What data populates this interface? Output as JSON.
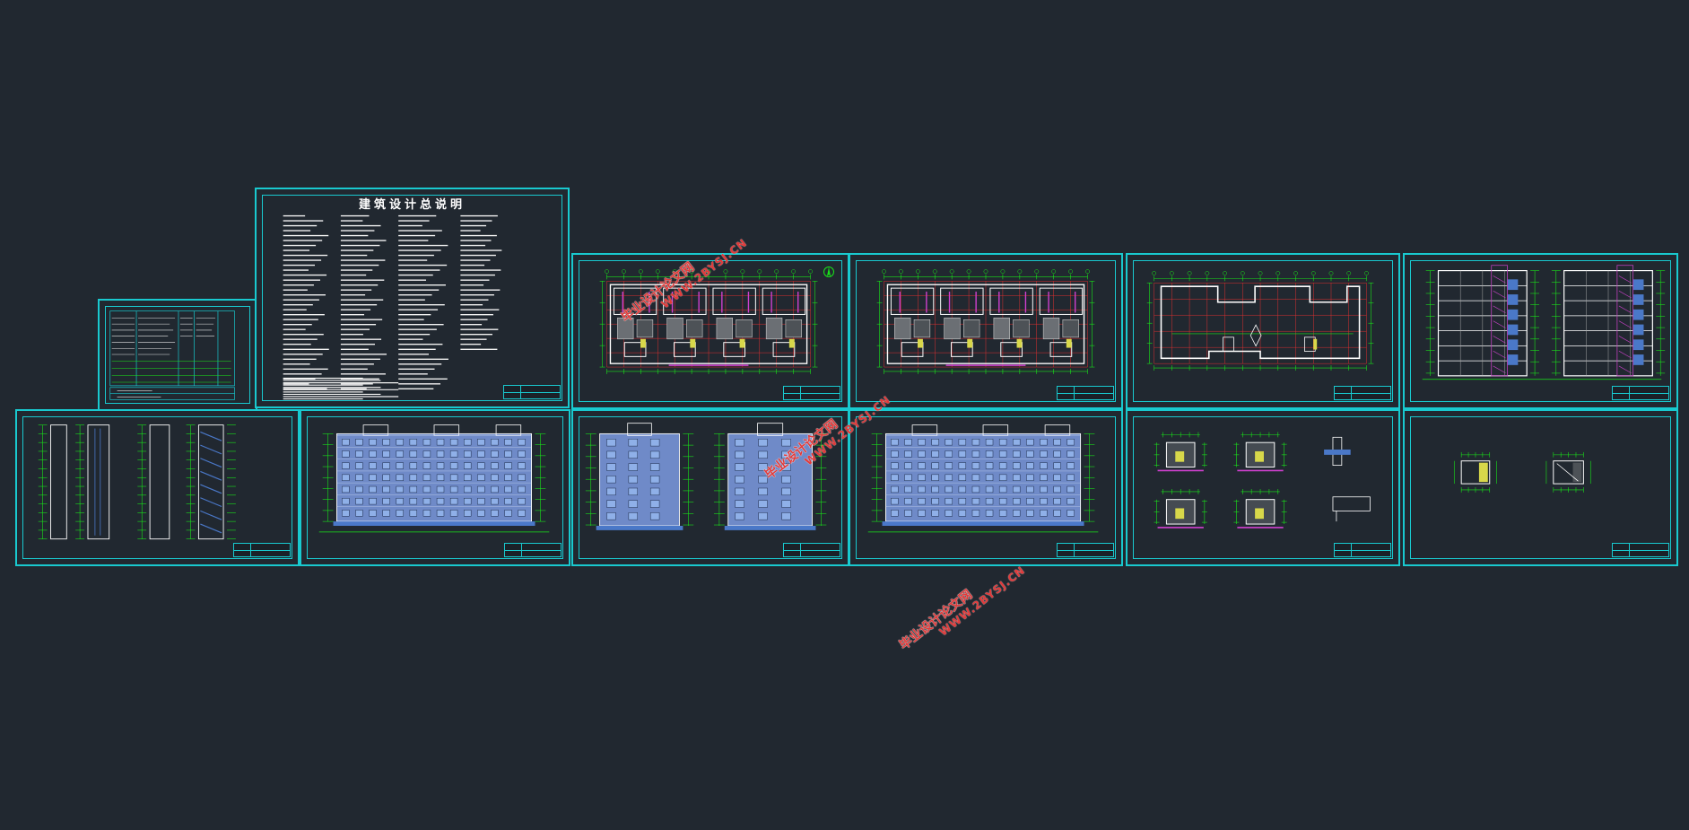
{
  "app": {
    "background": "#212830",
    "frame_color": "#19c9cf"
  },
  "sheets": {
    "general_notes_title": "建筑设计总说明"
  },
  "watermarks": [
    {
      "cn": "毕业设计论文网",
      "url": "WWW.2BYSJ.CN"
    },
    {
      "cn": "毕业设计论文网",
      "url": "WWW.2BYSJ.CN"
    },
    {
      "cn": "毕业设计论文网",
      "url": "WWW.2BYSJ.CN"
    }
  ],
  "colors": {
    "dimension": "#19e619",
    "grid": "#e03030",
    "walls": "#ffffff",
    "accent": "#d040d0",
    "window_fill": "#4a78c8",
    "watermark": "#e03a3a"
  },
  "icons": [
    "north-arrow-icon"
  ]
}
